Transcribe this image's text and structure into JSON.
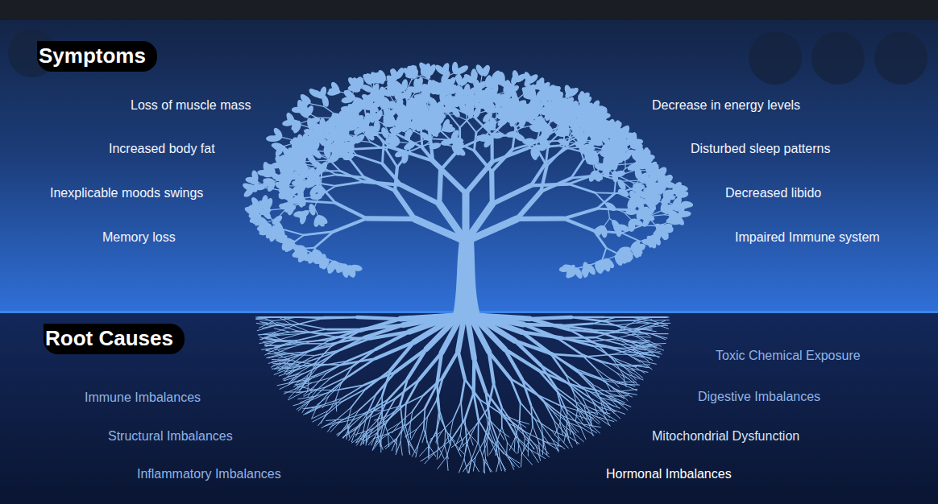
{
  "diagram": {
    "labels": [
      "Symptoms",
      "Loss of muscle mass",
      "Increased body fat",
      "Inexplicable moods swings",
      "Memory loss",
      "Decrease in energy levels",
      "Disturbed sleep patterns",
      "Decreased libido",
      "Impaired Immune system",
      "Root Causes",
      "Immune Imbalances",
      "Structural Imbalances",
      "Inflammatory Imbalances",
      "Toxic Chemical Exposure",
      "Digestive Imbalances",
      "Mitochondrial Dysfunction",
      "Hormonal Imbalances"
    ]
  }
}
